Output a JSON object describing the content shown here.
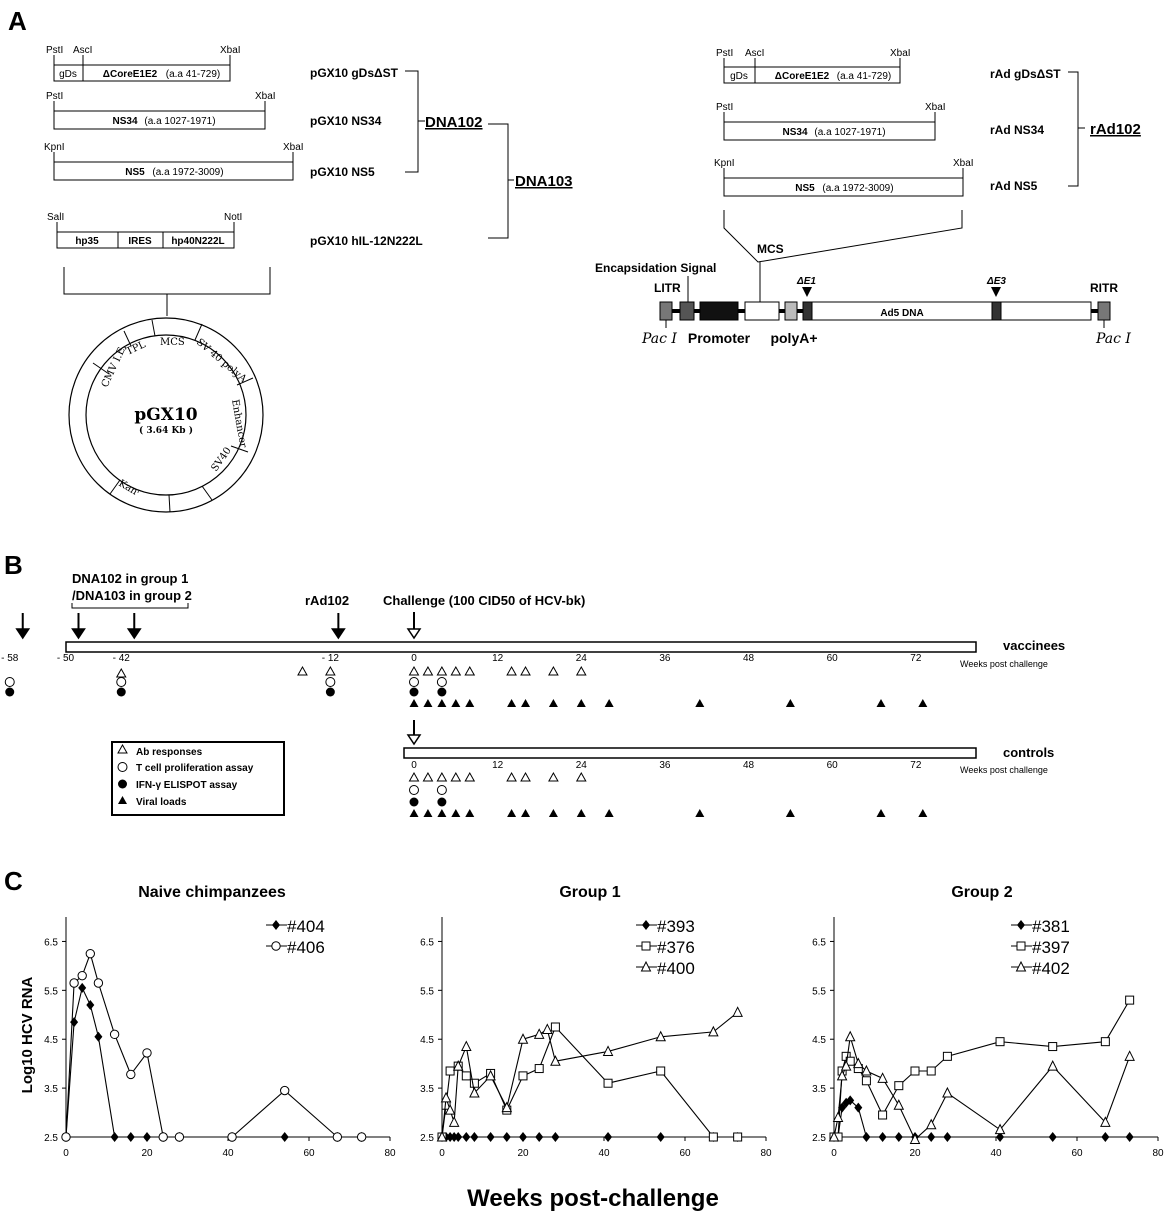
{
  "panel_a": {
    "letter": "A",
    "constructs": [
      {
        "name": "pGX10 gDsΔST",
        "sites": [
          "PstI",
          "AscI",
          "XbaI"
        ],
        "segments": [
          "gDs",
          "ΔCoreE1E2",
          "(a.a 41-729)"
        ]
      },
      {
        "name": "pGX10 NS34",
        "sites": [
          "PstI",
          "XbaI"
        ],
        "segments": [
          "NS34",
          "(a.a 1027-1971)"
        ]
      },
      {
        "name": "pGX10 NS5",
        "sites": [
          "KpnI",
          "XbaI"
        ],
        "segments": [
          "NS5",
          "(a.a 1972-3009)"
        ]
      },
      {
        "name": "pGX10 hIL-12N222L",
        "sites": [
          "SalI",
          "NotI"
        ],
        "segments": [
          "hp35",
          "IRES",
          "hp40N222L"
        ]
      }
    ],
    "groups": {
      "dna102": "DNA102",
      "dna103": "DNA103",
      "rad102": "rAd102"
    },
    "plasmid": {
      "name": "pGX10",
      "size": "( 3.64 Kb )",
      "segments": [
        "CMV I.E.",
        "TPL",
        "MCS",
        "SV 40 polyA",
        "Enhancer",
        "SV40",
        "Kanʳ"
      ]
    },
    "rad_constructs": [
      {
        "name": "rAd gDsΔST",
        "sites": [
          "PstI",
          "AscI",
          "XbaI"
        ],
        "segments": [
          "gDs",
          "ΔCoreE1E2",
          "(a.a 41-729)"
        ]
      },
      {
        "name": "rAd NS34",
        "sites": [
          "PstI",
          "XbaI"
        ],
        "segments": [
          "NS34",
          "(a.a 1027-1971)"
        ]
      },
      {
        "name": "rAd NS5",
        "sites": [
          "KpnI",
          "XbaI"
        ],
        "segments": [
          "NS5",
          "(a.a 1972-3009)"
        ]
      }
    ],
    "adenovirus": {
      "mcs": "MCS",
      "encapsidation": "Encapsidation Signal",
      "litr": "LITR",
      "ritr": "RITR",
      "de1": "ΔE1",
      "de3": "ΔE3",
      "ad5": "Ad5 DNA",
      "promoter": "Promoter",
      "polya": "polyA+",
      "pac_left": "Pac I",
      "pac_right": "Pac I"
    }
  },
  "panel_b": {
    "letter": "B",
    "dna_label_1": "DNA102 in group 1",
    "dna_label_2": "/DNA103 in group 2",
    "rad_label": "rAd102",
    "challenge_label": "Challenge (100 CID50 of HCV-bk)",
    "vaccinees": "vaccinees",
    "controls": "controls",
    "weeks_caption": "Weeks post challenge",
    "ticks": [
      "- 58",
      "- 50",
      "- 42",
      "- 12",
      "0",
      "12",
      "24",
      "36",
      "48",
      "60",
      "72"
    ],
    "tick_weeks": [
      -58,
      -50,
      -42,
      -12,
      0,
      12,
      24,
      36,
      48,
      60,
      72
    ],
    "control_ticks": [
      "0",
      "12",
      "24",
      "36",
      "48",
      "60",
      "72"
    ],
    "control_tick_weeks": [
      0,
      12,
      24,
      36,
      48,
      60,
      72
    ],
    "immunization_weeks": [
      -58,
      -50,
      -42
    ],
    "rad_week": -12,
    "vaccinee_events": {
      "ab": [
        -42,
        -16,
        -12,
        0,
        2,
        4,
        6,
        8,
        14,
        16,
        20,
        24
      ],
      "tcell": [
        -58,
        -42,
        -12,
        0,
        4
      ],
      "elispot": [
        -58,
        -42,
        -12,
        0,
        4
      ],
      "viral": [
        0,
        2,
        4,
        6,
        8,
        14,
        16,
        20,
        24,
        28,
        41,
        54,
        67,
        73
      ]
    },
    "control_events": {
      "ab": [
        0,
        2,
        4,
        6,
        8,
        14,
        16,
        20,
        24
      ],
      "tcell": [
        0,
        4
      ],
      "elispot": [
        0,
        4
      ],
      "viral": [
        0,
        2,
        4,
        6,
        8,
        14,
        16,
        20,
        24,
        28,
        41,
        54,
        67,
        73
      ]
    },
    "legend": [
      {
        "marker": "open-triangle",
        "label": "Ab responses"
      },
      {
        "marker": "open-circle",
        "label": "T cell proliferation assay"
      },
      {
        "marker": "filled-circle",
        "label": "IFN-γ ELISPOT assay"
      },
      {
        "marker": "filled-triangle",
        "label": "Viral loads"
      }
    ]
  },
  "panel_c": {
    "letter": "C",
    "xlabel": "Weeks post-challenge",
    "ylabel": "Log10 HCV RNA"
  },
  "chart_data": [
    {
      "type": "line",
      "title": "Naive chimpanzees",
      "xlabel": "Weeks post-challenge",
      "ylabel": "Log10 HCV RNA",
      "xlim": [
        0,
        80
      ],
      "ylim": [
        2.5,
        7
      ],
      "xticks": [
        0,
        20,
        40,
        60,
        80
      ],
      "yticks": [
        2.5,
        3.5,
        4.5,
        5.5,
        6.5
      ],
      "series": [
        {
          "name": "#404",
          "marker": "diamond",
          "x": [
            0,
            2,
            4,
            6,
            8,
            12,
            16,
            20,
            24,
            28,
            41,
            54,
            67,
            73
          ],
          "y": [
            2.5,
            4.85,
            5.55,
            5.2,
            4.55,
            2.5,
            2.5,
            2.5,
            2.5,
            2.5,
            2.5,
            2.5,
            2.5,
            2.5
          ]
        },
        {
          "name": "#406",
          "marker": "circle",
          "x": [
            0,
            2,
            4,
            6,
            8,
            12,
            16,
            20,
            24,
            28,
            41,
            54,
            67,
            73
          ],
          "y": [
            2.5,
            5.65,
            5.8,
            6.25,
            5.65,
            4.6,
            3.78,
            4.22,
            2.5,
            2.5,
            2.5,
            3.45,
            2.5,
            2.5
          ]
        }
      ]
    },
    {
      "type": "line",
      "title": "Group 1",
      "xlabel": "Weeks post-challenge",
      "ylabel": "Log10 HCV RNA",
      "xlim": [
        0,
        80
      ],
      "ylim": [
        2.5,
        7
      ],
      "xticks": [
        0,
        20,
        40,
        60,
        80
      ],
      "yticks": [
        2.5,
        3.5,
        4.5,
        5.5,
        6.5
      ],
      "series": [
        {
          "name": "#393",
          "marker": "diamond",
          "x": [
            0,
            1,
            2,
            3,
            4,
            6,
            8,
            12,
            16,
            20,
            24,
            28,
            41,
            54,
            67,
            73
          ],
          "y": [
            2.5,
            2.5,
            2.5,
            2.5,
            2.5,
            2.5,
            2.5,
            2.5,
            2.5,
            2.5,
            2.5,
            2.5,
            2.5,
            2.5,
            2.5,
            2.5
          ]
        },
        {
          "name": "#376",
          "marker": "square",
          "x": [
            0,
            1,
            2,
            4,
            6,
            8,
            12,
            16,
            20,
            24,
            28,
            41,
            54,
            67,
            73
          ],
          "y": [
            2.5,
            3.15,
            3.85,
            3.95,
            3.75,
            3.6,
            3.8,
            3.05,
            3.75,
            3.9,
            4.75,
            3.6,
            3.85,
            2.5,
            2.5
          ]
        },
        {
          "name": "#400",
          "marker": "triangle",
          "x": [
            0,
            1,
            2,
            3,
            4,
            6,
            8,
            12,
            16,
            20,
            24,
            26,
            28,
            41,
            54,
            67,
            73
          ],
          "y": [
            2.5,
            3.3,
            3.05,
            2.8,
            3.95,
            4.35,
            3.4,
            3.75,
            3.1,
            4.5,
            4.6,
            4.7,
            4.05,
            4.25,
            4.55,
            4.65,
            5.05
          ]
        }
      ]
    },
    {
      "type": "line",
      "title": "Group 2",
      "xlabel": "Weeks post-challenge",
      "ylabel": "Log10 HCV RNA",
      "xlim": [
        0,
        80
      ],
      "ylim": [
        2.5,
        7
      ],
      "xticks": [
        0,
        20,
        40,
        60,
        80
      ],
      "yticks": [
        2.5,
        3.5,
        4.5,
        5.5,
        6.5
      ],
      "series": [
        {
          "name": "#381",
          "marker": "diamond",
          "x": [
            0,
            1,
            2,
            3,
            4,
            6,
            8,
            12,
            16,
            20,
            24,
            28,
            41,
            54,
            67,
            73
          ],
          "y": [
            2.5,
            2.5,
            3.1,
            3.2,
            3.25,
            3.1,
            2.5,
            2.5,
            2.5,
            2.5,
            2.5,
            2.5,
            2.5,
            2.5,
            2.5,
            2.5
          ]
        },
        {
          "name": "#397",
          "marker": "square",
          "x": [
            0,
            1,
            2,
            3,
            4,
            6,
            8,
            12,
            16,
            20,
            24,
            28,
            41,
            54,
            67,
            73
          ],
          "y": [
            2.5,
            2.5,
            3.85,
            4.15,
            4.05,
            3.9,
            3.65,
            2.95,
            3.55,
            3.85,
            3.85,
            4.15,
            4.45,
            4.35,
            4.45,
            5.3
          ]
        },
        {
          "name": "#402",
          "marker": "triangle",
          "x": [
            0,
            1,
            2,
            3,
            4,
            6,
            8,
            12,
            16,
            20,
            24,
            28,
            41,
            54,
            67,
            73
          ],
          "y": [
            2.5,
            2.9,
            3.75,
            3.95,
            4.55,
            4.0,
            3.85,
            3.7,
            3.15,
            2.45,
            2.75,
            3.4,
            2.65,
            3.95,
            2.8,
            4.15
          ]
        }
      ]
    }
  ]
}
